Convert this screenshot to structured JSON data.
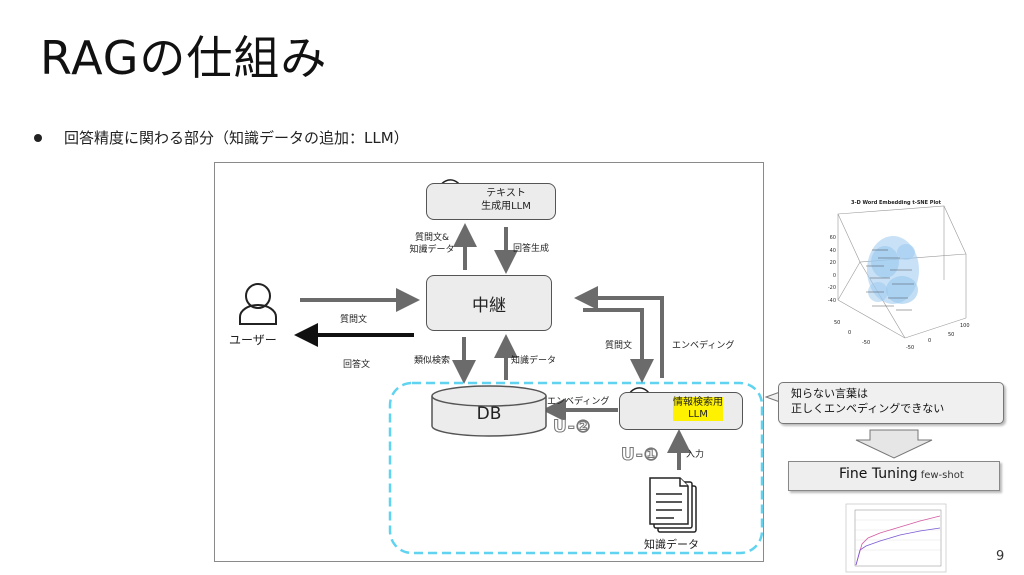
{
  "slide": {
    "title": "RAGの仕組み",
    "bullet": "回答精度に関わる部分（知識データの追加：LLM）",
    "page_number": "9"
  },
  "diagram": {
    "text_llm": "テキスト\n生成用LLM",
    "relay": "中継",
    "user": "ユーザー",
    "db": "DB",
    "retrieval_llm": "情報検索用\nLLM",
    "knowledge_docs": "知識データ",
    "edge_question_knowledge": "質問文&\n知識データ",
    "edge_answer_gen": "回答生成",
    "edge_question_user": "質問文",
    "edge_answer_user": "回答文",
    "edge_similar_search": "類似検索",
    "edge_knowledge_data": "知識データ",
    "edge_question_right": "質問文",
    "edge_embedding_right": "エンベディング",
    "edge_embedding_db": "エンベディング",
    "edge_input": "入力",
    "tag_u2": "U-②",
    "tag_u1": "U-①"
  },
  "callout": "知らない言葉は\n正しくエンベディングできない",
  "fine_tuning": {
    "label": "Fine Tuning",
    "suffix": "few-shot"
  },
  "tsne_plot": {
    "title": "3-D Word Embedding t-SNE Plot",
    "z_ticks": [
      "60",
      "40",
      "20",
      "0",
      "-20",
      "-40"
    ],
    "x_ticks": [
      "50",
      "0",
      "-50"
    ],
    "y_ticks": [
      "100",
      "50",
      "0",
      "-50"
    ]
  },
  "colors": {
    "accent_dashed": "#5fd3f0",
    "highlight": "#fff200",
    "arrow": "#6b6b6b",
    "box_fill": "#ececec"
  }
}
